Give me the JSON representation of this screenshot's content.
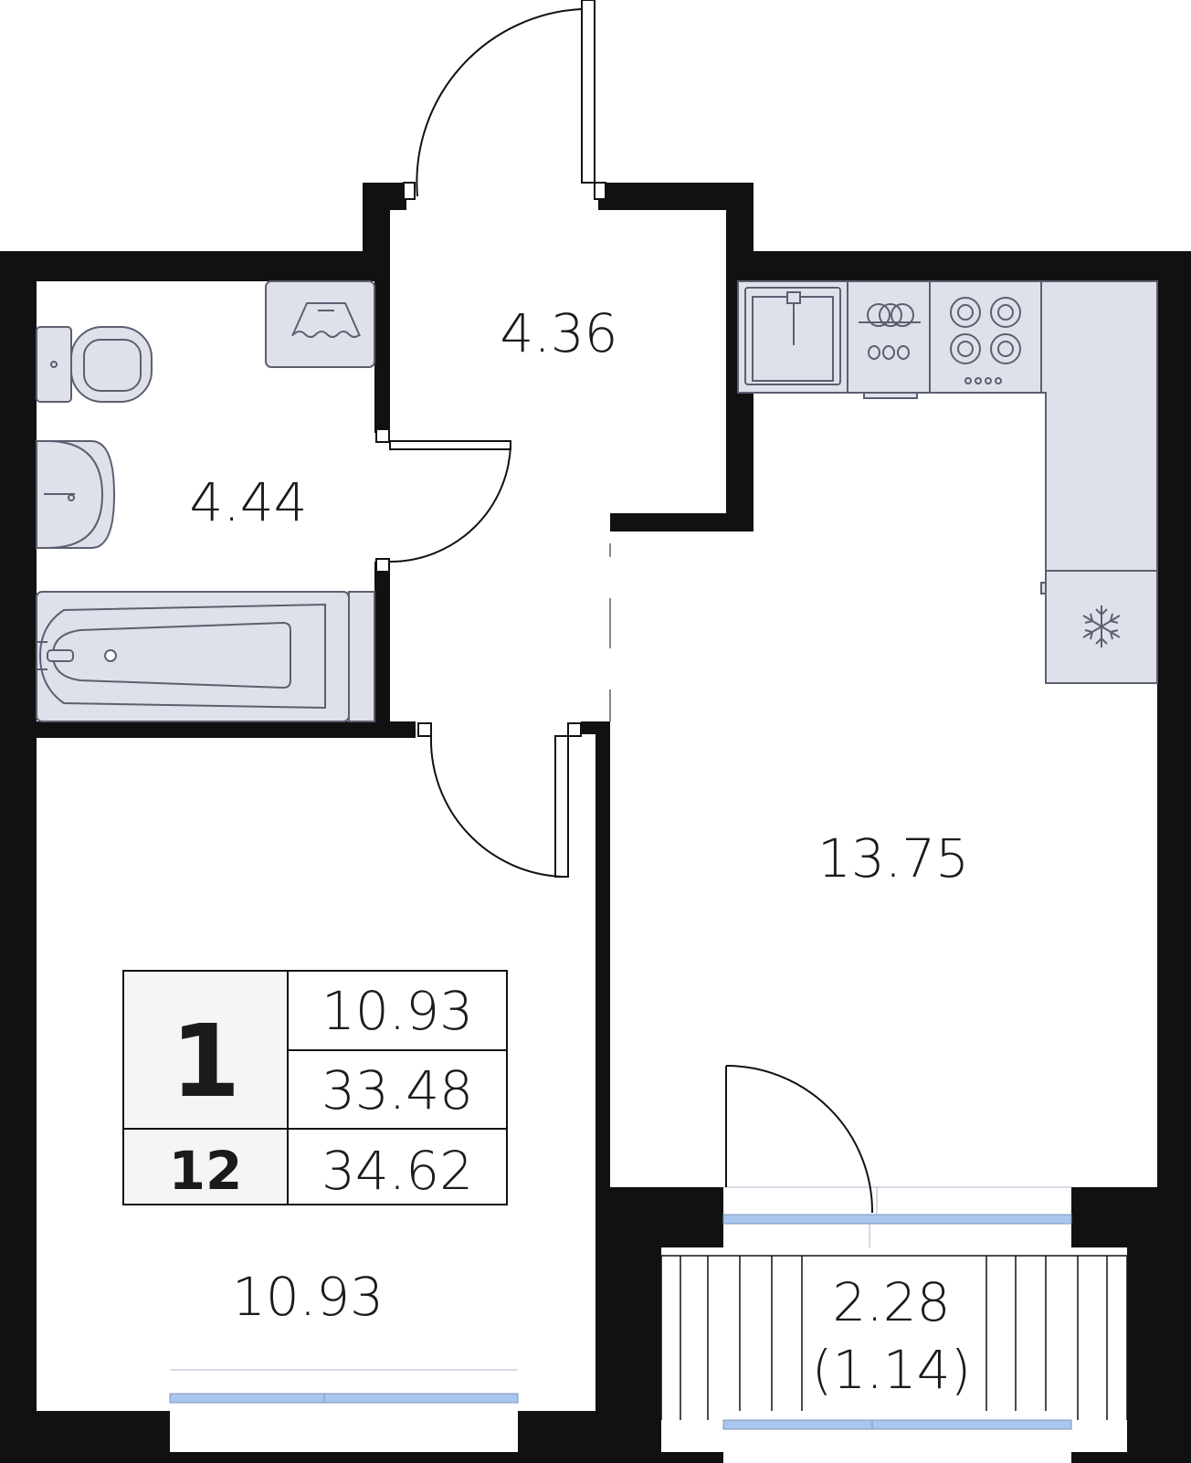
{
  "rooms": {
    "hall": "4.36",
    "bathroom": "4.44",
    "kitchen_living": "13.75",
    "bedroom": "10.93",
    "balcony_area": "2.28",
    "balcony_reduced": "(1.14)"
  },
  "legend": {
    "rooms_count": "1",
    "floor": "12",
    "living_area": "10.93",
    "total_area": "33.48",
    "total_with_balcony": "34.62"
  },
  "colors": {
    "wall": "#111111",
    "fixture_fill": "#dfe1ea",
    "fixture_stroke": "#5c5f70",
    "window_glass": "#a9c6ee",
    "background": "#ffffff"
  }
}
